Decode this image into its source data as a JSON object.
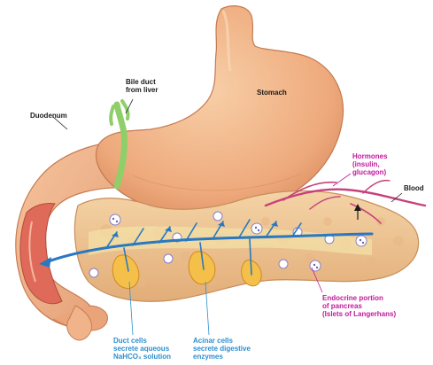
{
  "labels": {
    "bile_duct": [
      "Bile duct",
      "from liver"
    ],
    "stomach": "Stomach",
    "duodenum": "Duodenum",
    "hormones": [
      "Hormones",
      "(insulin,",
      "glucagon)"
    ],
    "blood": "Blood",
    "endocrine": [
      "Endocrine portion",
      "of pancreas",
      "(Islets of Langerhans)"
    ],
    "duct_cells": [
      "Duct cells",
      "secrete aqueous",
      "NaHCO₃ solution"
    ],
    "acinar_cells": [
      "Acinar cells",
      "secrete digestive",
      "enzymes"
    ]
  },
  "colors": {
    "stomach": "#f0b58a",
    "duodenum": "#f2b48c",
    "pancreas": "#efc79a",
    "bile_duct": "#9fd07a",
    "blood_vessel": "#c8407a",
    "duct": "#2a78c0",
    "label_magenta": "#c2189b",
    "label_blue": "#2a8fd0"
  }
}
